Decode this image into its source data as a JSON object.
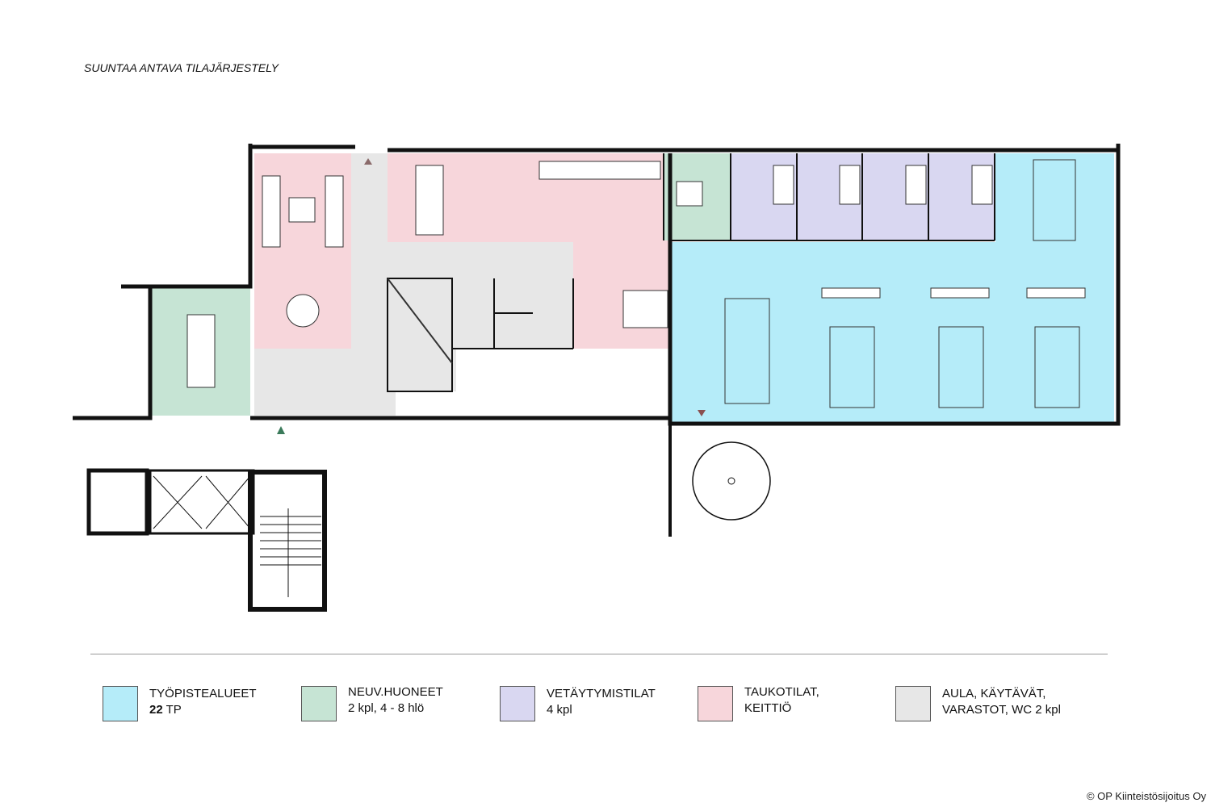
{
  "title": "SUUNTAA ANTAVA TILAJÄRJESTELY",
  "legend": [
    {
      "line1": "TYÖPISTEALUEET",
      "line2_bold": "22",
      "line2": " TP",
      "color": "#b5ecf9"
    },
    {
      "line1": "NEUV.HUONEET",
      "line2": "2 kpl, 4 - 8 hlö",
      "color": "#c6e4d4"
    },
    {
      "line1": "VETÄYTYMISTILAT",
      "line2": "4 kpl",
      "color": "#d9d7f1"
    },
    {
      "line1": "TAUKOTILAT,",
      "line2": "KEITTIÖ",
      "color": "#f7d6db"
    },
    {
      "line1": "AULA, KÄYTÄVÄT,",
      "line2": "VARASTOT, WC 2 kpl",
      "color": "#e7e7e7"
    }
  ],
  "copyright": "© OP Kiinteistösijoitus Oy"
}
